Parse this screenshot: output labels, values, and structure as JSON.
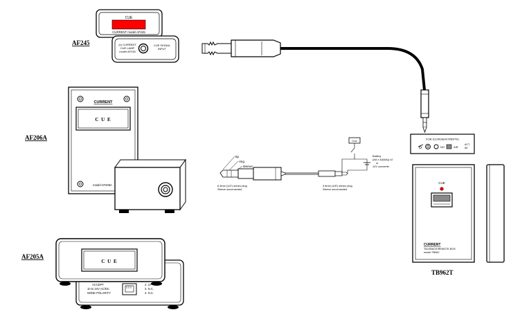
{
  "labels": {
    "af245": "AF245",
    "af206a": "AF206A",
    "af205a": "AF205A",
    "tb962t": "TB962T"
  },
  "af245": {
    "lamp_cue": "CUE",
    "lamp_brand": "CURRENT model AF245",
    "input_brand_lines": [
      "(c) CURRENT",
      "CUE LAMP",
      "model AF245"
    ],
    "input_title_lines": [
      "CUE SIGNAL",
      "INPUT"
    ]
  },
  "af206a": {
    "brand": "CURRENT",
    "cue": "C U E",
    "model": "model:AF206A"
  },
  "af205a": {
    "cue": "C U E",
    "rear_lines": [
      "ACCEPT",
      "10 to 24V AC/DC",
      "NONE POLARITY"
    ],
    "pin_lines": [
      "1. LP +",
      "2. LP -",
      "3. N.C.",
      "4. N.C."
    ]
  },
  "tb962t": {
    "top_strip": "TALKBACK/REMOTE BOX",
    "top_controls": [
      "NO",
      "A/B"
    ],
    "top_right_labels": [
      "ACT.",
      "AK"
    ],
    "cue": "CUE",
    "brand": "CURRENT",
    "sub_lines": [
      "TALKBACK/REMOTE BOX",
      "model TB962"
    ]
  },
  "plug_diagram": {
    "parts": [
      "tip",
      "ring",
      "sleeve"
    ],
    "left_caption": [
      "6.3mm (1/4\") stereo plug",
      "Sleeve unconnected"
    ],
    "right_caption": [
      "3.5mm (1/8\") stereo plug",
      "Sleeve unconnected"
    ],
    "cue_box": "Cue",
    "battery_lines": [
      "Battery",
      "(AA x 4(AAA)) x2",
      "or",
      "12V converter"
    ]
  },
  "colors": {
    "lamp_red": "#ff0000",
    "led_red": "#e00000",
    "outline": "#000000",
    "button_gray": "#888888"
  }
}
